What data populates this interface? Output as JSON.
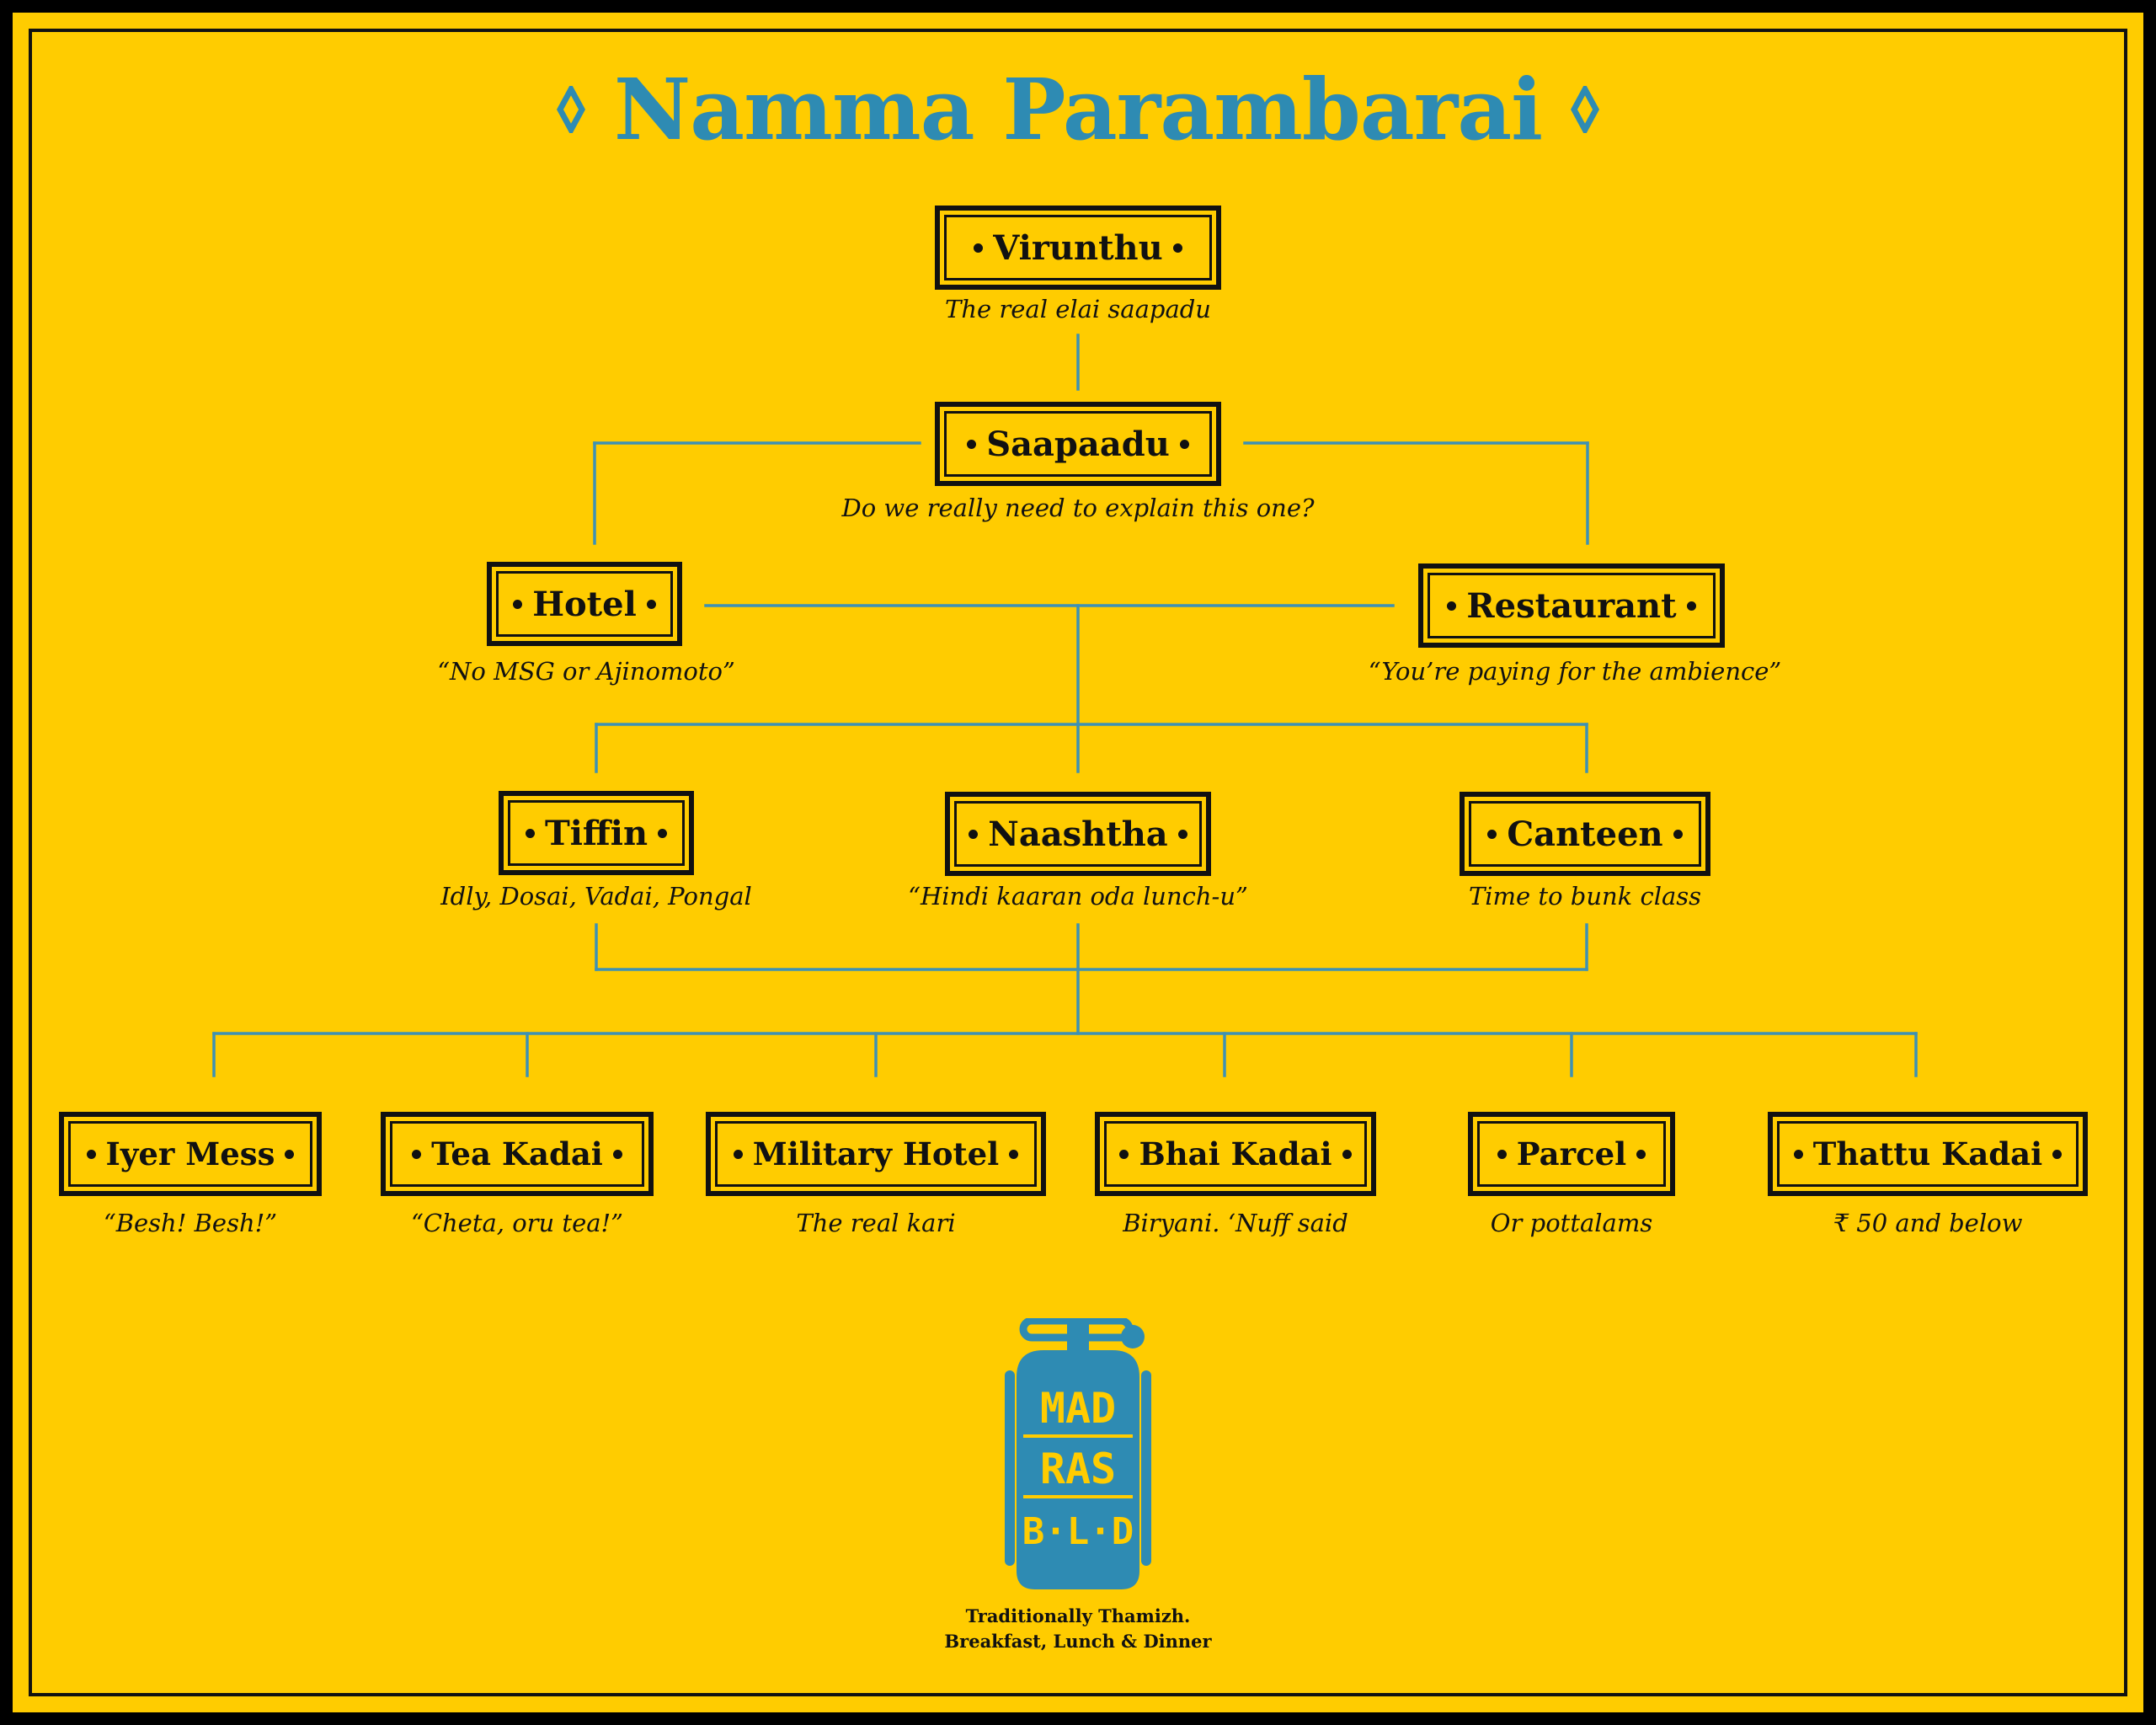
{
  "title": "Namma Parambarai",
  "colors": {
    "background": "#FFCC00",
    "accent": "#2E8BB3",
    "ink": "#111111",
    "frame": "#000000"
  },
  "nodes": [
    {
      "id": "virunthu",
      "label": "Virunthu",
      "caption": "The real elai saapadu"
    },
    {
      "id": "saapaadu",
      "label": "Saapaadu",
      "caption": "Do we really need to explain this one?"
    },
    {
      "id": "hotel",
      "label": "Hotel",
      "caption": "“No MSG or Ajinomoto”"
    },
    {
      "id": "restaurant",
      "label": "Restaurant",
      "caption": "“You’re paying for the ambience”"
    },
    {
      "id": "tiffin",
      "label": "Tiffin",
      "caption": "Idly, Dosai, Vadai, Pongal"
    },
    {
      "id": "naashtha",
      "label": "Naashtha",
      "caption": "“Hindi kaaran oda lunch-u”"
    },
    {
      "id": "canteen",
      "label": "Canteen",
      "caption": "Time to bunk class"
    },
    {
      "id": "iyer-mess",
      "label": "Iyer Mess",
      "caption": "“Besh! Besh!”"
    },
    {
      "id": "tea-kadai",
      "label": "Tea Kadai",
      "caption": "“Cheta, oru tea!”"
    },
    {
      "id": "military-hotel",
      "label": "Military Hotel",
      "caption": "The real kari"
    },
    {
      "id": "bhai-kadai",
      "label": "Bhai Kadai",
      "caption": "Biryani. ‘Nuff said"
    },
    {
      "id": "parcel",
      "label": "Parcel",
      "caption": "Or pottalams"
    },
    {
      "id": "thattu-kadai",
      "label": "Thattu Kadai",
      "caption": "₹ 50 and below"
    }
  ],
  "edges": [
    [
      "virunthu",
      "saapaadu"
    ],
    [
      "saapaadu",
      "hotel"
    ],
    [
      "saapaadu",
      "restaurant"
    ],
    [
      "hotel",
      "restaurant"
    ],
    [
      "hotel",
      "tiffin"
    ],
    [
      "hotel",
      "naashtha"
    ],
    [
      "hotel",
      "canteen"
    ],
    [
      "restaurant",
      "tiffin"
    ],
    [
      "restaurant",
      "naashtha"
    ],
    [
      "restaurant",
      "canteen"
    ],
    [
      "tiffin",
      "iyer-mess"
    ],
    [
      "naashtha",
      "tea-kadai"
    ],
    [
      "canteen",
      "military-hotel"
    ],
    [
      "tiffin",
      "bhai-kadai"
    ],
    [
      "naashtha",
      "parcel"
    ],
    [
      "canteen",
      "thattu-kadai"
    ]
  ],
  "logo": {
    "lines": [
      "MAD",
      "RAS",
      "B·L·D"
    ],
    "icon": "tiffin-carrier-logo"
  },
  "tagline": [
    "Traditionally Thamizh.",
    "Breakfast, Lunch & Dinner"
  ]
}
